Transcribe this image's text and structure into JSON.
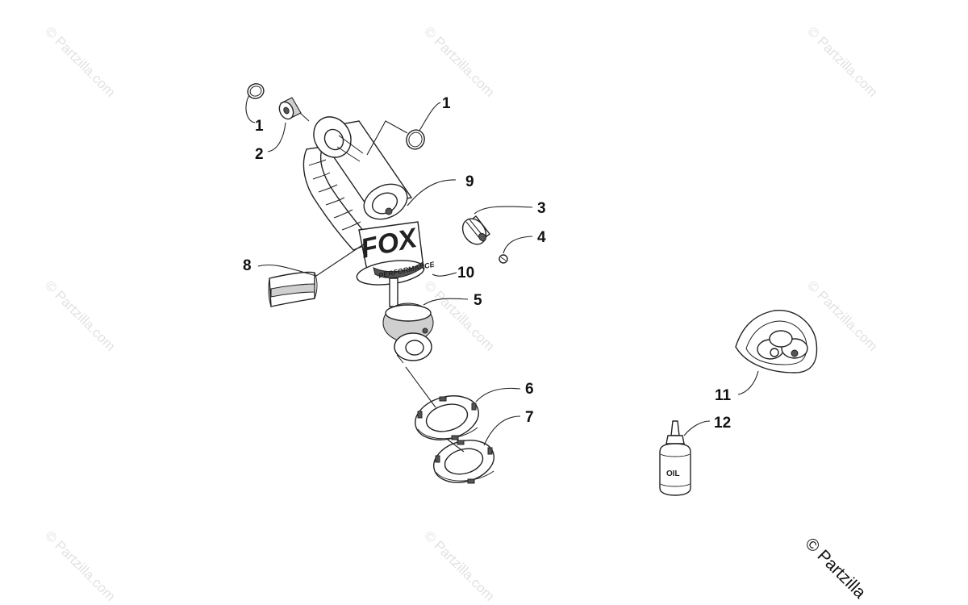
{
  "watermark": {
    "text": "© Partzilla.com",
    "corner_text": "© Partzilla"
  },
  "callouts": {
    "c1_left": "1",
    "c1_right": "1",
    "c2": "2",
    "c3": "3",
    "c4": "4",
    "c5": "5",
    "c6": "6",
    "c7": "7",
    "c8": "8",
    "c9": "9",
    "c10": "10",
    "c11": "11",
    "c12": "12"
  },
  "product_marks": {
    "shock_logo": "FOX",
    "shock_band": "PERFORMANCE",
    "oil_bottle": "OIL"
  }
}
